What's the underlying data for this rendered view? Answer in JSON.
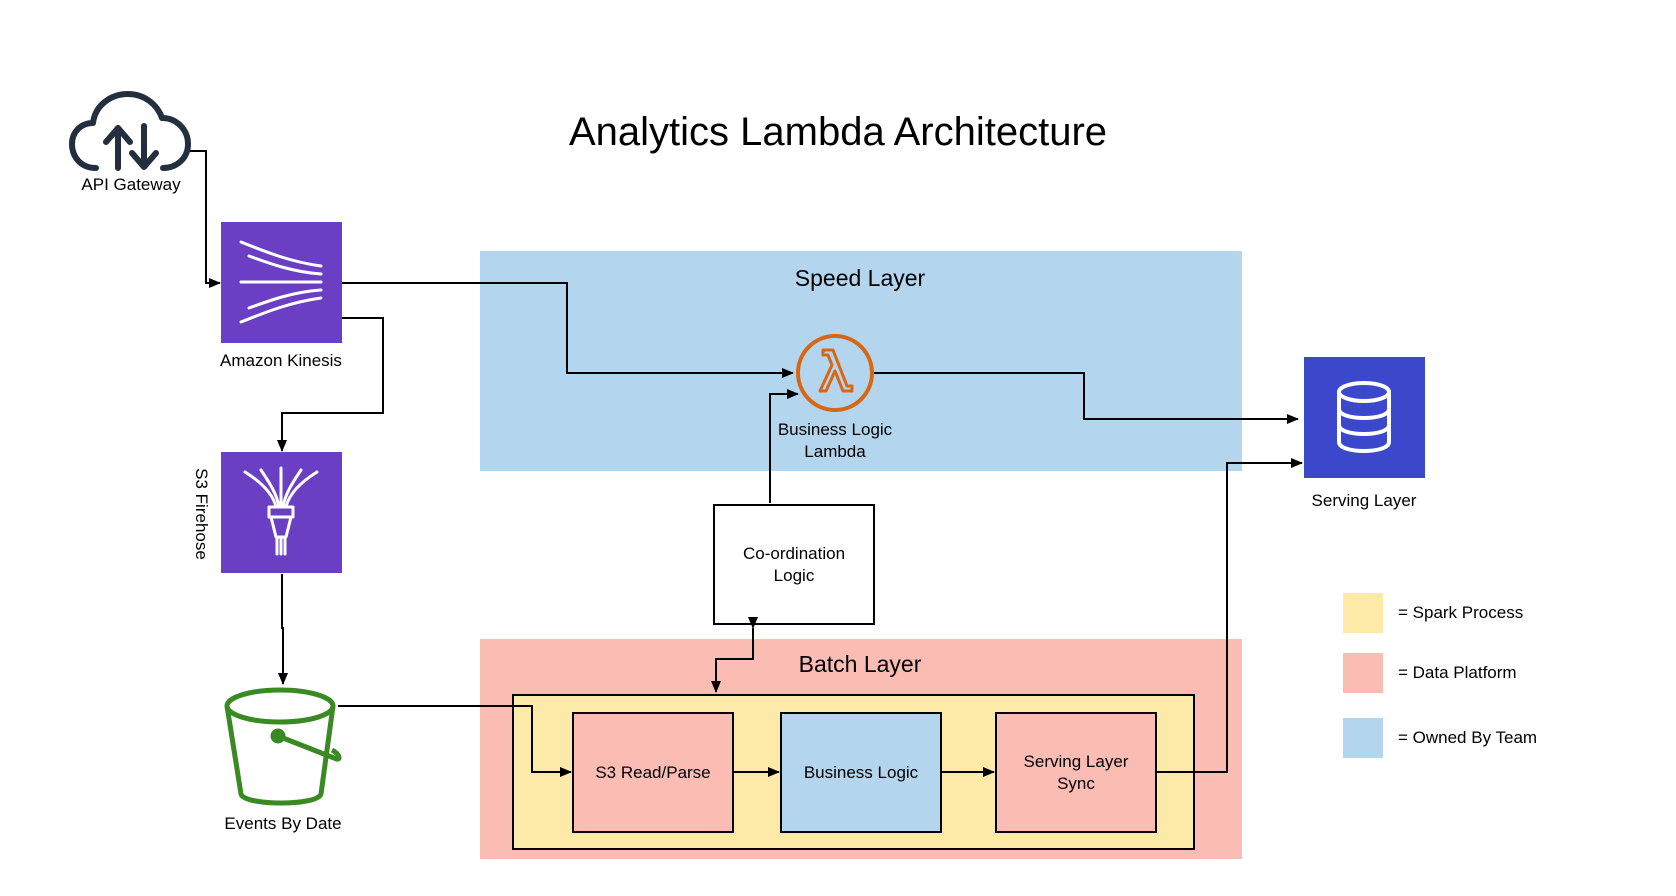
{
  "title": "Analytics Lambda Architecture",
  "colors": {
    "speed_layer": "#b3d5ee",
    "batch_layer": "#fbbcb4",
    "spark": "#fde9a8",
    "aws_purple": "#6a3fc4",
    "serving_blue": "#3b48cc",
    "lambda_orange": "#d86613",
    "bucket_green": "#3a8a23",
    "cloud_navy": "#232f3e"
  },
  "nodes": {
    "api_gateway": "API Gateway",
    "kinesis": "Amazon Kinesis",
    "firehose": "S3 Firehose",
    "events_bucket": "Events By Date",
    "lambda_line1": "Business Logic",
    "lambda_line2": "Lambda",
    "coordination_line1": "Co-ordination",
    "coordination_line2": "Logic",
    "serving_layer": "Serving Layer",
    "s3_read_parse": "S3 Read/Parse",
    "business_logic": "Business Logic",
    "serving_sync_line1": "Serving Layer",
    "serving_sync_line2": "Sync"
  },
  "layers": {
    "speed": "Speed Layer",
    "batch": "Batch Layer"
  },
  "legend": [
    {
      "label": "= Spark Process",
      "color": "#fde9a8"
    },
    {
      "label": "= Data Platform",
      "color": "#fbbcb4"
    },
    {
      "label": "= Owned By Team",
      "color": "#b3d5ee"
    }
  ],
  "icons": {
    "api_gateway": "cloud-upload-download-icon",
    "kinesis": "kinesis-streams-icon",
    "firehose": "firehose-icon",
    "events_bucket": "s3-bucket-icon",
    "lambda": "lambda-icon",
    "serving_layer": "database-icon"
  }
}
